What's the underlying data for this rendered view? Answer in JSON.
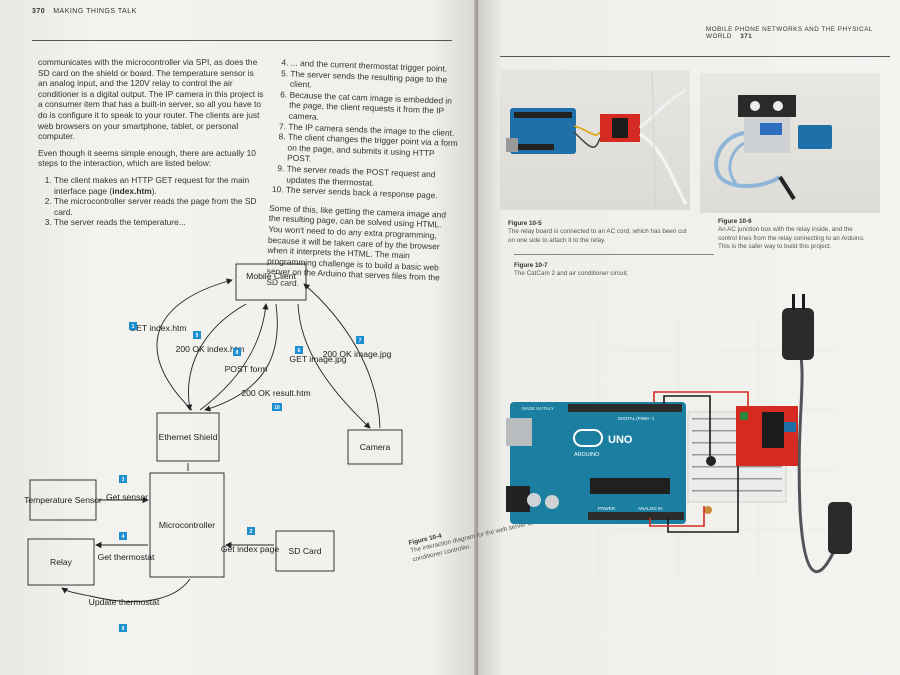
{
  "left_page": {
    "page_number": "370",
    "running_head": "MAKING THINGS TALK",
    "paragraph_1": "communicates with the microcontroller via SPI, as does the SD card on the shield or board. The temperature sensor is an analog input, and the 120V relay to control the air conditioner is a digital output. The IP camera in this project is a consumer item that has a built-in server, so all you have to do is configure it to speak to your router. The clients are just web browsers on your smartphone, tablet, or personal computer.",
    "paragraph_2": "Even though it seems simple enough, there are actually 10 steps to the interaction, which are listed below:",
    "steps_col1": [
      {
        "pre": "The client makes an HTTP GET request for the main interface page (",
        "bold": "index.htm",
        "post": ")."
      },
      {
        "pre": "The microcontroller server reads the page from the SD card.",
        "bold": "",
        "post": ""
      },
      {
        "pre": "The server reads the temperature...",
        "bold": "",
        "post": ""
      }
    ],
    "steps_col2": [
      "... and the current thermostat trigger point.",
      "The server sends the resulting page to the client.",
      "Because the cat cam image is embedded in the page, the client requests it from the IP camera.",
      "The IP camera sends the image to the client.",
      "The client changes the trigger point via a form on the page, and submits it using HTTP POST.",
      "The server reads the POST request and updates the thermostat.",
      "The server sends back a response page."
    ],
    "paragraph_3": "Some of this, like getting the camera image and the resulting page, can be solved using HTML. You won't need to do any extra programming, because it will be taken care of by the browser when it interprets the HTML. The main programming challenge is to build a basic web server on the Arduino that serves files from the SD card."
  },
  "diagram": {
    "nodes": {
      "mobile_client": "Mobile Client",
      "ethernet_shield": "Ethernet Shield",
      "camera": "Camera",
      "temperature_sensor": "Temperature Sensor",
      "microcontroller": "Microcontroller",
      "relay": "Relay",
      "sd_card": "SD Card"
    },
    "edge_labels": {
      "get_index": "GET index.htm",
      "ok_index": "200 OK index.htm",
      "post_form": "POST form",
      "ok_result": "200 OK result.htm",
      "get_image": "GET image.jpg",
      "ok_image": "200 OK image.jpg",
      "get_sensor": "Get sensor",
      "get_thermostat": "Get thermostat",
      "update_thermostat": "Update thermostat",
      "get_index_page": "Get index page"
    },
    "step_badges": [
      "1",
      "2",
      "3",
      "4",
      "5",
      "6",
      "7",
      "8",
      "9",
      "10"
    ],
    "badge_color": "#1c8fd0"
  },
  "right_page": {
    "page_number": "371",
    "running_head": "MOBILE PHONE NETWORKS AND THE PHYSICAL WORLD",
    "figure_10_5": {
      "label": "Figure 10-5",
      "text": "The relay board is connected to an AC cord, which has been cut on one side to attach it to the relay."
    },
    "figure_10_6": {
      "label": "Figure 10-6",
      "text": "An AC junction box with the relay inside, and the control lines from the relay connecting to an Arduino. This is the safer way to build this project."
    },
    "figure_10_7": {
      "label": "Figure 10-7",
      "text": "The CatCam 2 and air conditioner circuit."
    },
    "figure_10_4": {
      "label": "Figure 10-4",
      "text": "The interaction diagram for the web server and air conditioner controller."
    },
    "arduino_board": {
      "made_in": "MADE IN ITALY",
      "name": "UNO",
      "brand": "ARDUINO",
      "digital": "DIGITAL (PWM ~)",
      "power": "POWER",
      "analog": "ANALOG IN"
    }
  }
}
